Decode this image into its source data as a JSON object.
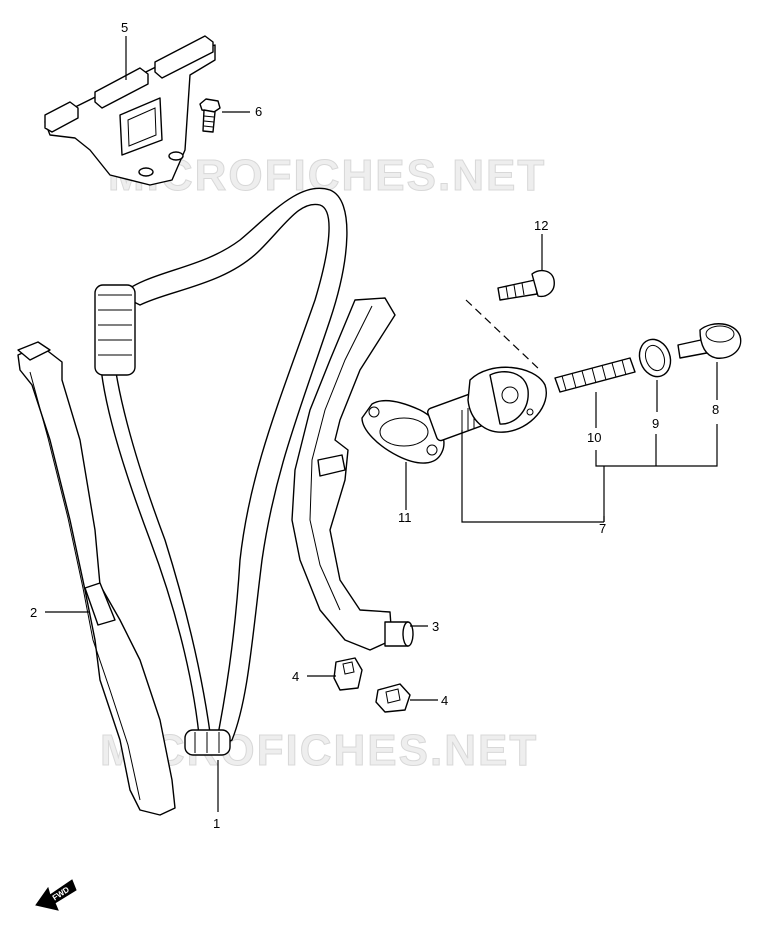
{
  "watermark": "MICROFICHES.NET",
  "fwd_label": "FWD",
  "callouts": {
    "c1": "1",
    "c2": "2",
    "c3": "3",
    "c4a": "4",
    "c4b": "4",
    "c5": "5",
    "c6": "6",
    "c7": "7",
    "c8": "8",
    "c9": "9",
    "c10": "10",
    "c11": "11",
    "c12": "12"
  }
}
